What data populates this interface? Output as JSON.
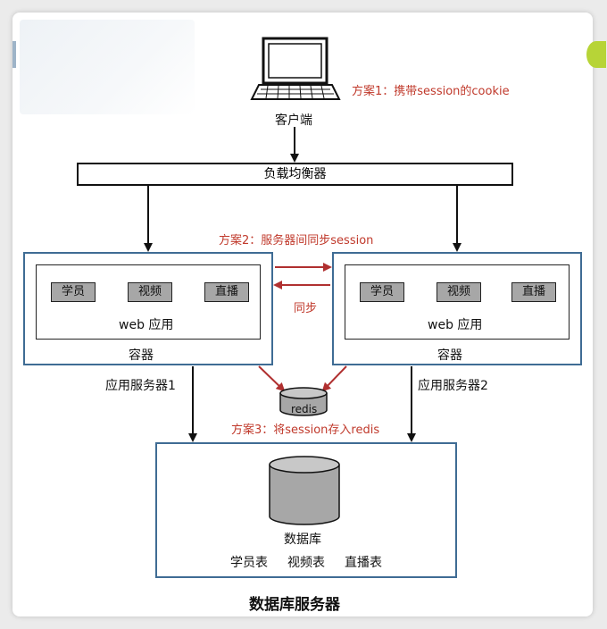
{
  "client": {
    "label": "客户端"
  },
  "load_balancer": {
    "label": "负载均衡器"
  },
  "solutions": {
    "s1": "方案1：携带session的cookie",
    "s2": "方案2：服务器间同步session",
    "sync": "同步",
    "s3": "方案3：将session存入redis"
  },
  "servers": [
    {
      "chips": [
        "学员",
        "视频",
        "直播"
      ],
      "app": "web 应用",
      "container": "容器",
      "name": "应用服务器1"
    },
    {
      "chips": [
        "学员",
        "视频",
        "直播"
      ],
      "app": "web 应用",
      "container": "容器",
      "name": "应用服务器2"
    }
  ],
  "redis": {
    "label": "redis"
  },
  "database": {
    "label": "数据库",
    "tables": [
      "学员表",
      "视频表",
      "直播表"
    ],
    "server_title": "数据库服务器"
  },
  "colors": {
    "server_border": "#3f6c94",
    "arrow_red": "#b03030",
    "chip_fill": "#a7a7a7"
  }
}
